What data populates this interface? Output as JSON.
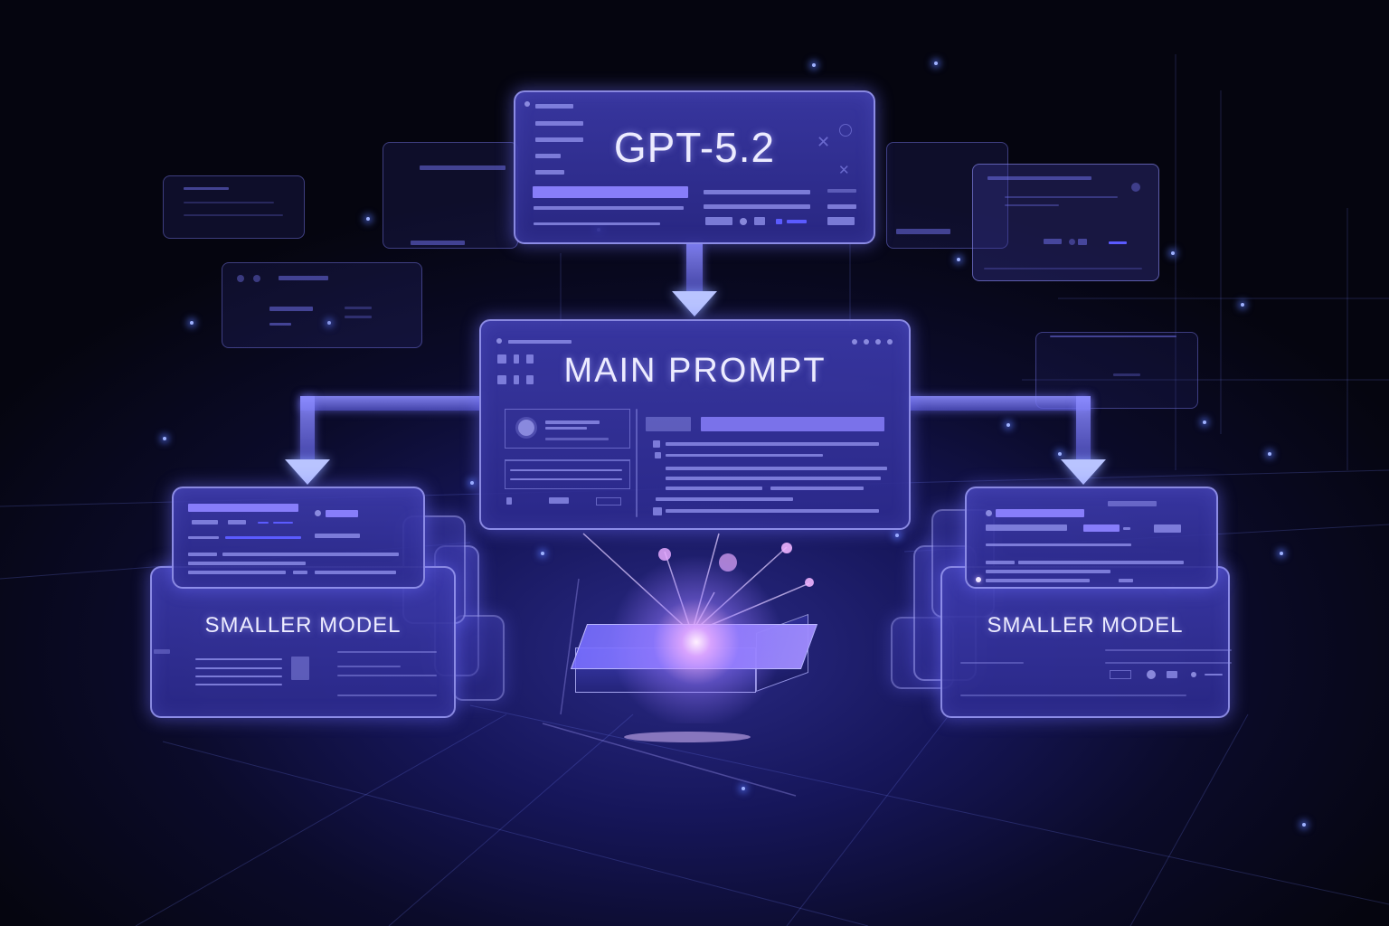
{
  "diagram": {
    "top_node": {
      "label": "GPT-5.2"
    },
    "center_node": {
      "label": "MAIN PROMPT"
    },
    "left_node": {
      "label": "SMALLER MODEL"
    },
    "right_node": {
      "label": "SMALLER MODEL"
    },
    "edges": [
      {
        "from": "GPT-5.2",
        "to": "MAIN PROMPT",
        "direction": "down"
      },
      {
        "from": "MAIN PROMPT",
        "to": "SMALLER MODEL (left)",
        "direction": "left-down"
      },
      {
        "from": "MAIN PROMPT",
        "to": "SMALLER MODEL (right)",
        "direction": "right-down"
      }
    ],
    "center_source": {
      "type": "glowing-cube-icon"
    }
  },
  "colors": {
    "background_dark": "#05050f",
    "background_glow": "#2a2a86",
    "panel_fill": "#3c3aaa",
    "panel_border": "#aaaaff",
    "accent_blue": "#5b5bff",
    "text": "#ecebff",
    "arrow": "#b9c4ff"
  }
}
